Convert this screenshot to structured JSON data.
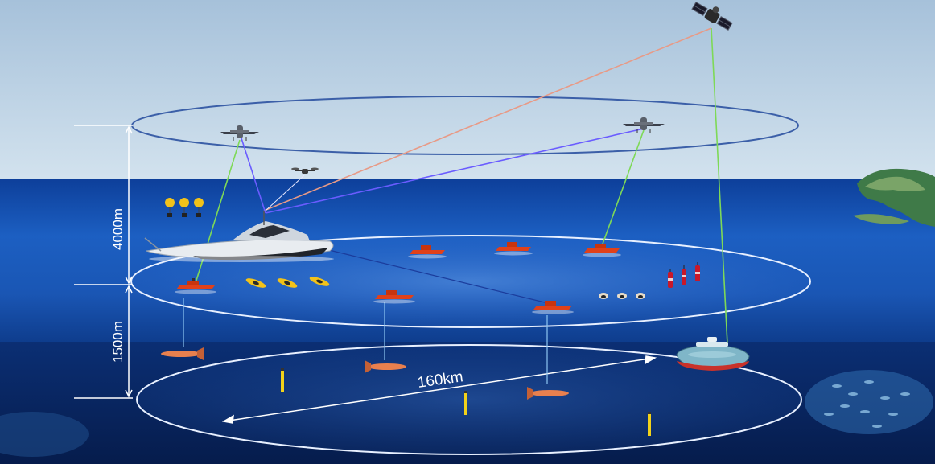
{
  "labels": {
    "height_air": "4000m",
    "depth_sea": "1500m",
    "range": "160km"
  },
  "colors": {
    "sky_top": "#a9c4dc",
    "sky_horizon": "#cfe0ec",
    "sea_surface": "#1a5cc0",
    "sea_deep": "#0a2f70",
    "boat_orange": "#e0411a",
    "glider_orange": "#e8804e",
    "link_green": "#7ed957",
    "link_blue": "#6a5cff",
    "link_salmon": "#e89a86",
    "ring_blue": "#3b5fa8",
    "ring_white": "#e8f0ff"
  },
  "icons": {
    "satellite": "satellite-icon",
    "aircraft": "uav-aircraft-icon",
    "drone": "quadcopter-drone-icon",
    "balloon": "balloon-icon",
    "mother_ship": "mother-ship-icon",
    "usv": "unmanned-surface-vessel-icon",
    "kayak": "yellow-kayak-icon",
    "buoy": "buoy-icon",
    "float": "surface-float-icon",
    "glider": "underwater-glider-icon",
    "sensor": "sensor-probe-icon",
    "submarine": "submersible-icon"
  }
}
